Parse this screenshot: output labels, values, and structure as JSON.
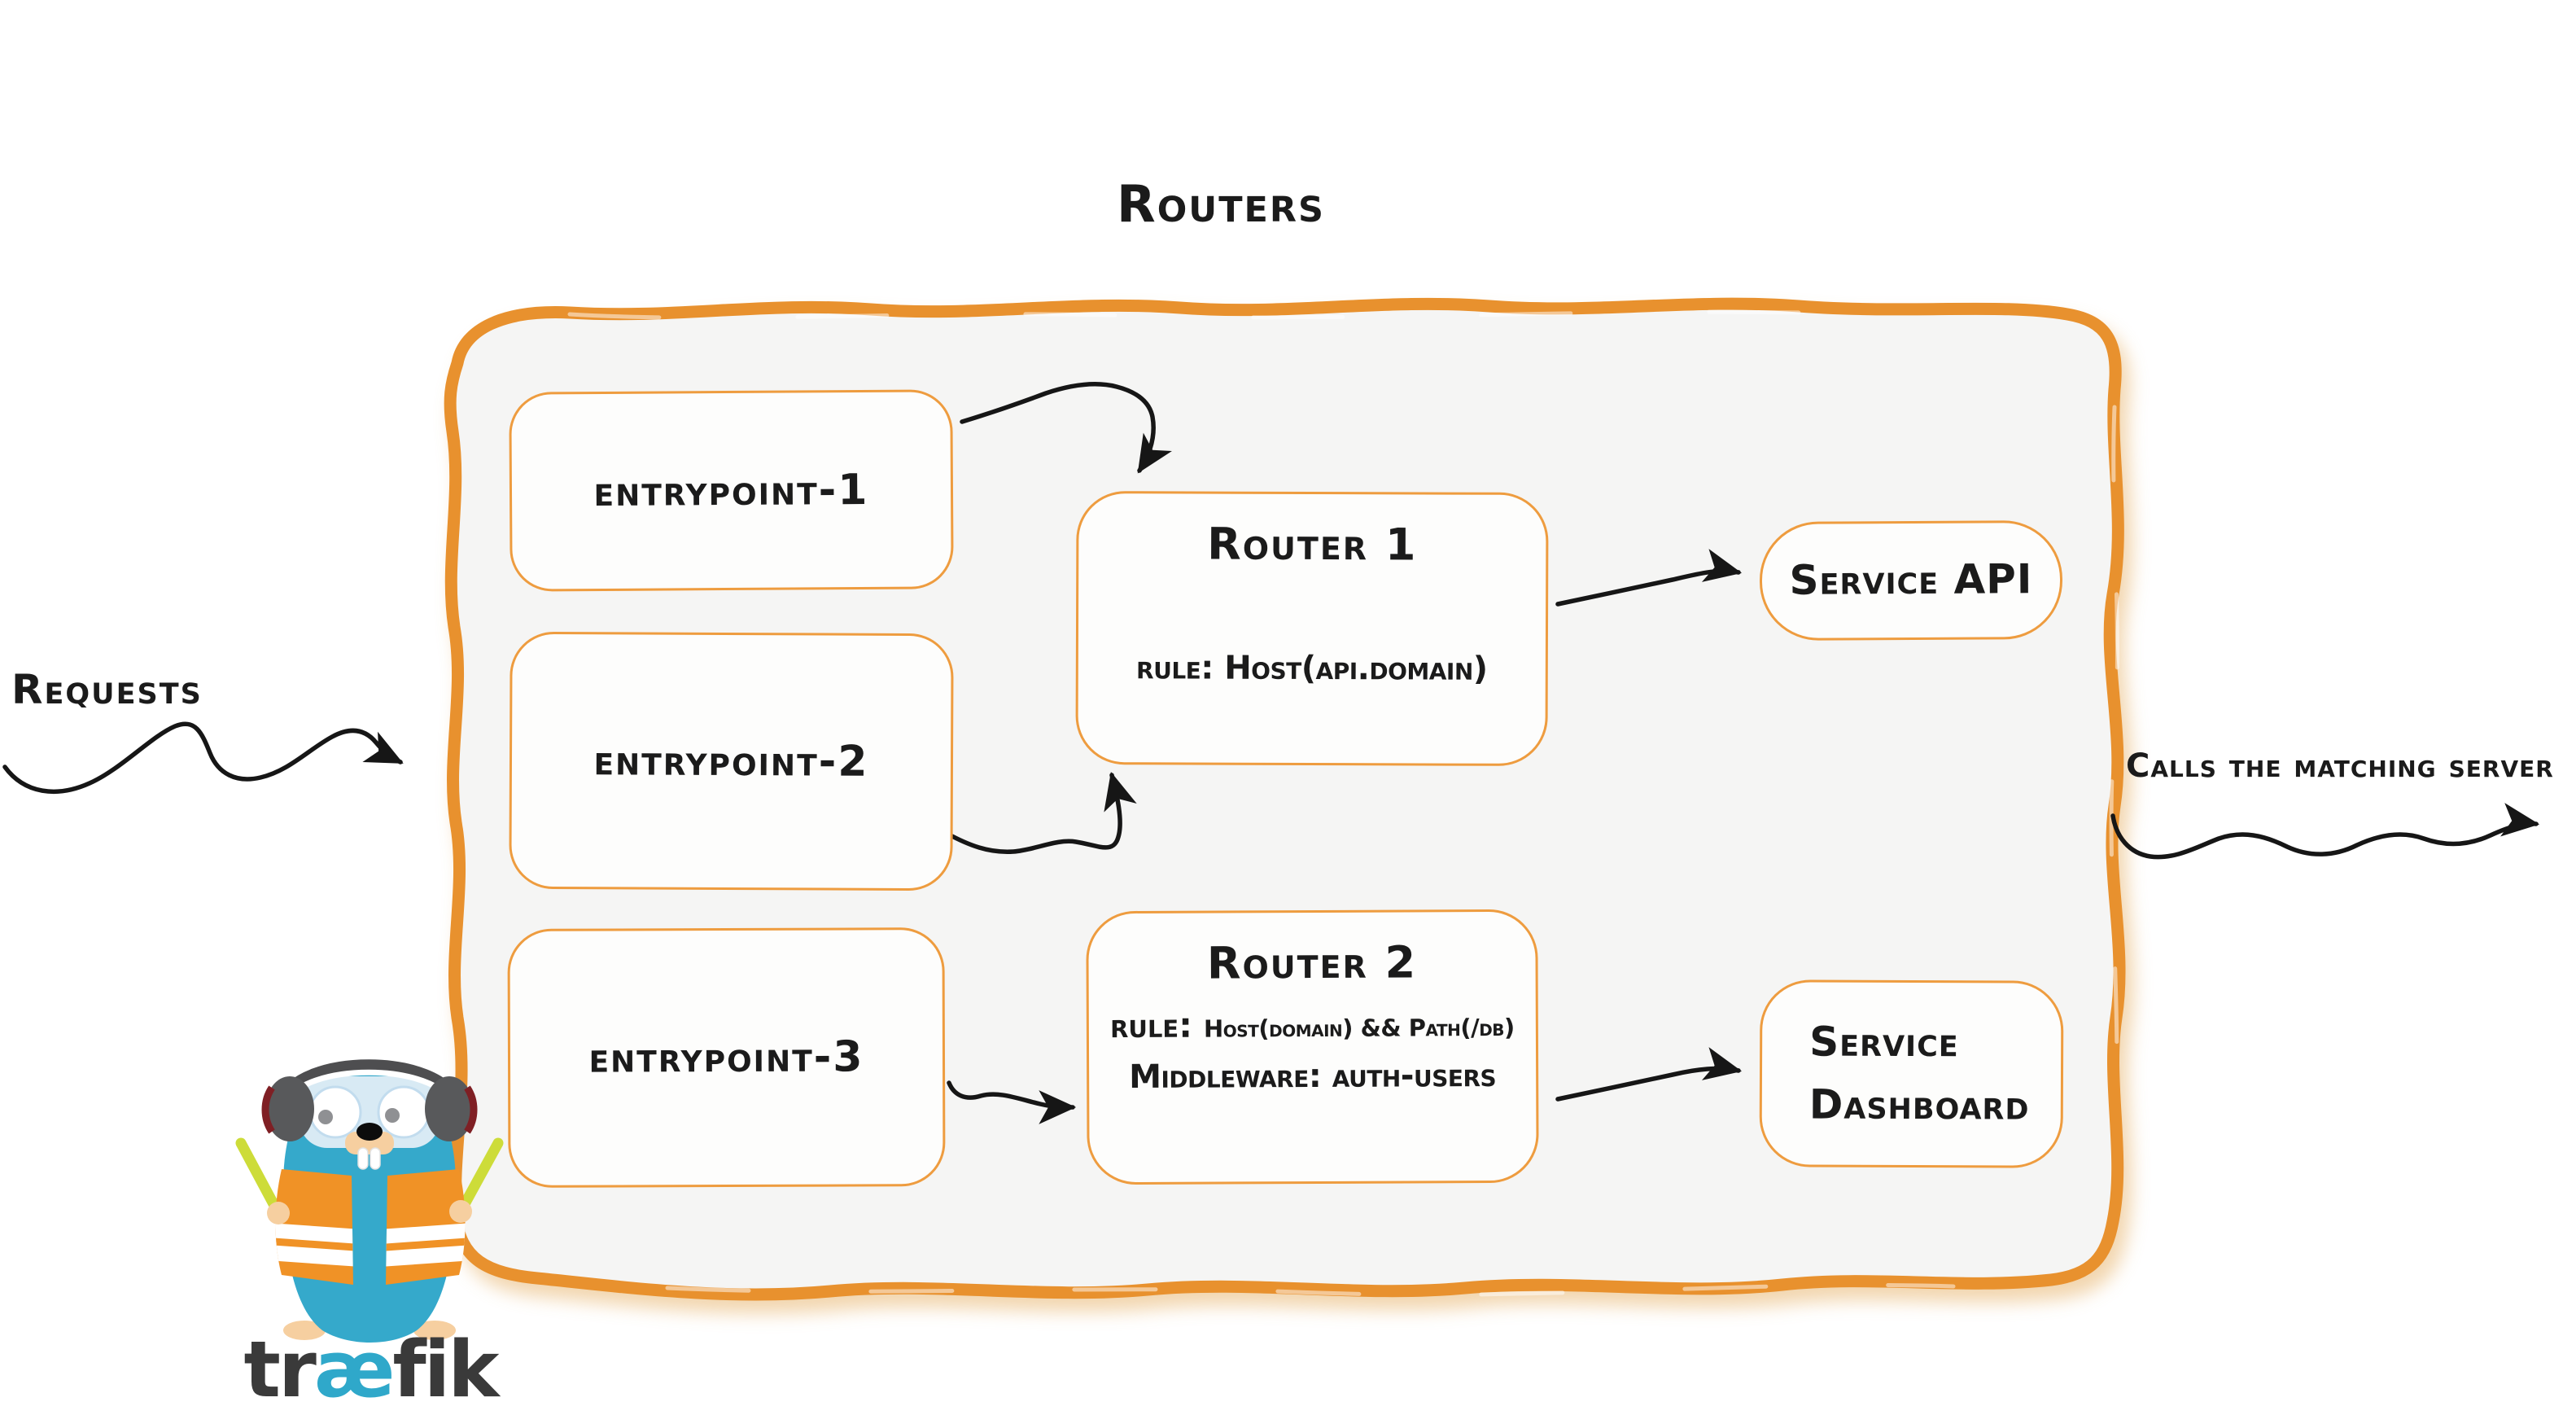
{
  "diagram": {
    "title": "Routers",
    "left_label": "Requests",
    "right_label": "Calls the matching server"
  },
  "entrypoints": [
    {
      "label": "entrypoint-1"
    },
    {
      "label": "entrypoint-2"
    },
    {
      "label": "entrypoint-3"
    }
  ],
  "routers": [
    {
      "name": "Router 1",
      "rule": "rule: Host(api.domain)"
    },
    {
      "name": "Router 2",
      "rule_label": "rule:",
      "rule_value": "Host(domain) && Path(/db)",
      "middleware": "Middleware: auth-users"
    }
  ],
  "services": [
    {
      "label": "Service API"
    },
    {
      "label": "Service Dashboard",
      "line1": "Service",
      "line2": "Dashboard"
    }
  ],
  "logo": {
    "wordmark_pre": "tr",
    "wordmark_ae": "æ",
    "wordmark_post": "fik"
  },
  "colors": {
    "container_border": "#E8912E",
    "node_border": "#EE9C3F",
    "container_fill": "#F5F5F4",
    "text": "#1B1B1B",
    "arrow": "#161616",
    "logo_body_blue": "#35A9CB",
    "logo_vest_orange": "#F09226",
    "logo_stick_green": "#CDDC39",
    "logo_wordmark_gray": "#3A3A3A",
    "logo_wordmark_ae_blue": "#2FA8CA"
  }
}
